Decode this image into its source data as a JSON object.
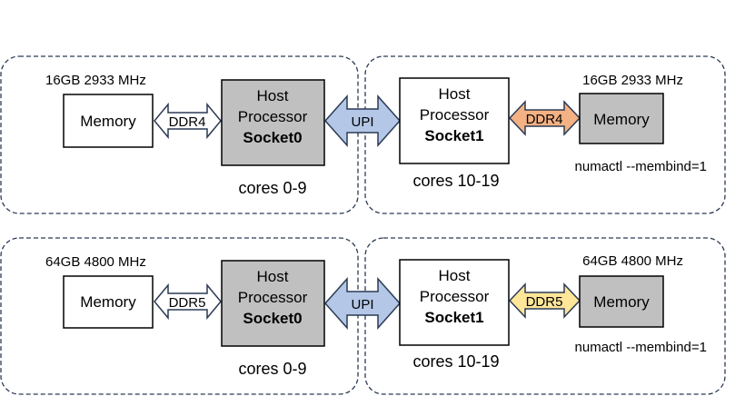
{
  "colors": {
    "region_border": "#2b3a55",
    "box_border": "#000000",
    "gray_fill": "#c0c0c0",
    "white_fill": "#ffffff",
    "upi_fill": "#b4c7e7",
    "ddr4_highlight": "#f4b183",
    "ddr5_highlight": "#ffe699",
    "command_text": "#2f5597"
  },
  "rows": [
    {
      "left": {
        "memory_caption": "16GB 2933 MHz",
        "memory_label": "Memory",
        "link_label": "DDR4",
        "host_line1": "Host",
        "host_line2": "Processor",
        "socket_label": "Socket0",
        "cores_label": "cores 0-9"
      },
      "interconnect": {
        "label": "UPI"
      },
      "right": {
        "memory_caption": "16GB 2933 MHz",
        "memory_label": "Memory",
        "link_label": "DDR4",
        "host_line1": "Host",
        "host_line2": "Processor",
        "socket_label": "Socket1",
        "cores_label": "cores 10-19",
        "command": "numactl --membind=1"
      }
    },
    {
      "left": {
        "memory_caption": "64GB 4800 MHz",
        "memory_label": "Memory",
        "link_label": "DDR5",
        "host_line1": "Host",
        "host_line2": "Processor",
        "socket_label": "Socket0",
        "cores_label": "cores 0-9"
      },
      "interconnect": {
        "label": "UPI"
      },
      "right": {
        "memory_caption": "64GB 4800 MHz",
        "memory_label": "Memory",
        "link_label": "DDR5",
        "host_line1": "Host",
        "host_line2": "Processor",
        "socket_label": "Socket1",
        "cores_label": "cores 10-19",
        "command": "numactl --membind=1"
      }
    }
  ]
}
